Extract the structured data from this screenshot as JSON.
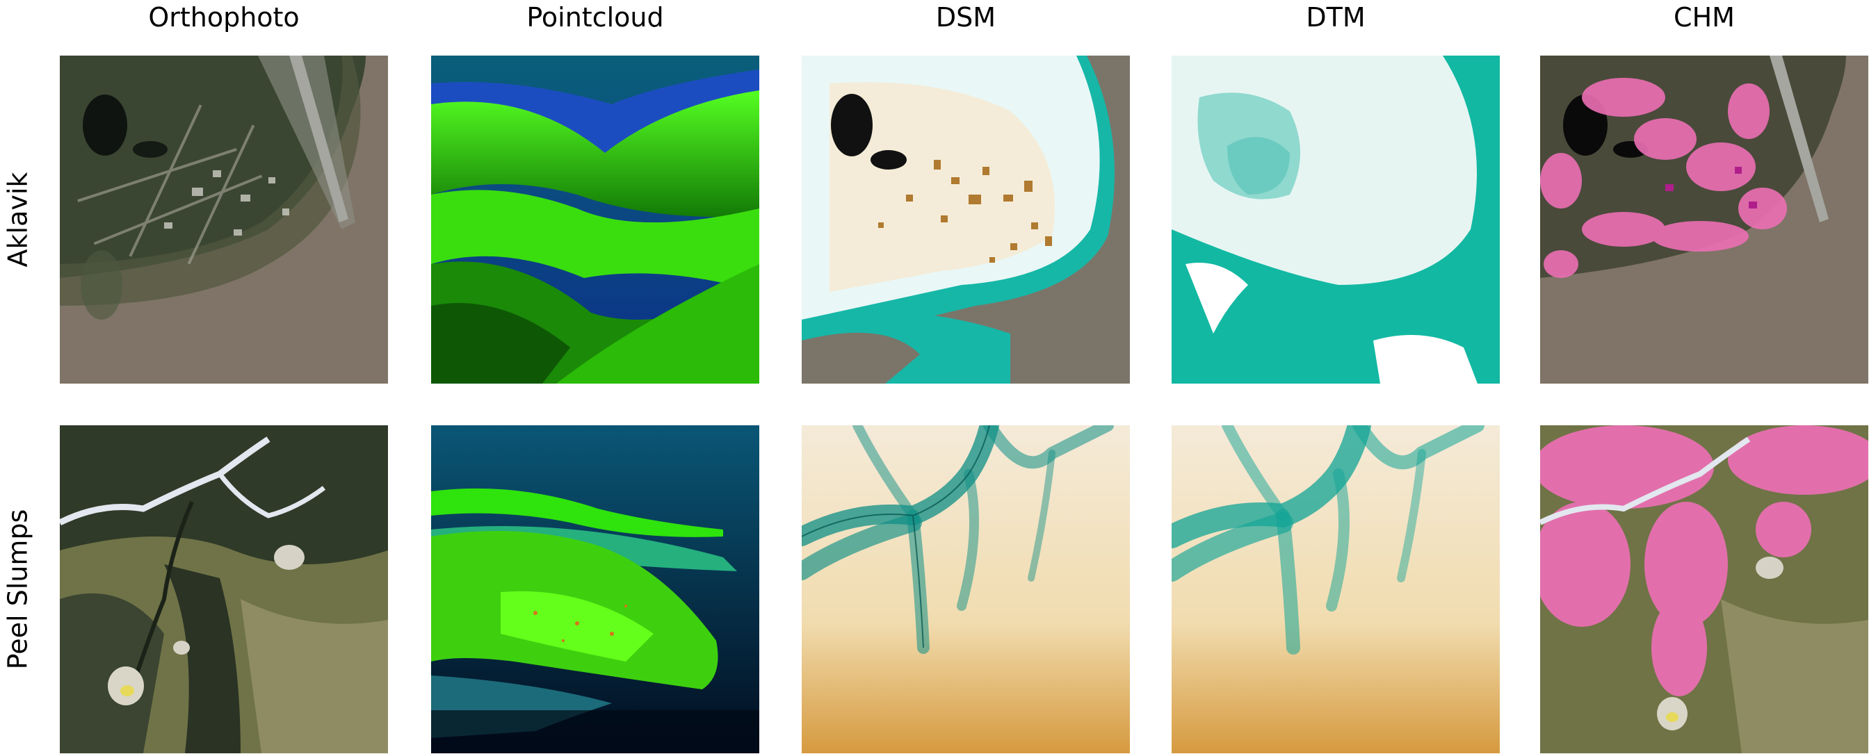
{
  "columns": [
    {
      "label": "Orthophoto"
    },
    {
      "label": "Pointcloud"
    },
    {
      "label": "DSM"
    },
    {
      "label": "DTM"
    },
    {
      "label": "CHM"
    }
  ],
  "rows": [
    {
      "label": "Aklavik"
    },
    {
      "label": "Peel Slumps"
    }
  ],
  "colors": {
    "river": "#7d7365",
    "forest": "#38432e",
    "dsm_teal": "#16b7a7",
    "dsm_building": "#b07a30",
    "dtm_teal": "#12b8a2",
    "chm_pink": "#ec6fb4",
    "pointcloud_green": "#33ff00",
    "pointcloud_blue": "#063f7a",
    "terrain_sand": "#d6a852"
  }
}
